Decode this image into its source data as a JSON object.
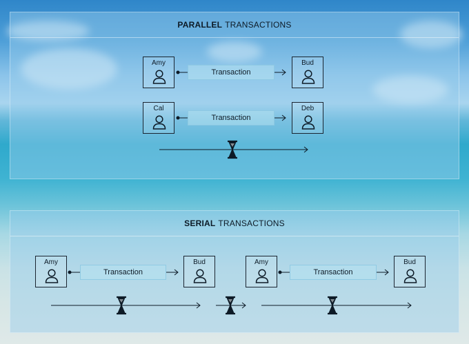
{
  "parallel": {
    "title_bold": "PARALLEL",
    "title_rest": "TRANSACTIONS",
    "rows": [
      {
        "from": "Amy",
        "tx": "Transaction",
        "to": "Bud"
      },
      {
        "from": "Cal",
        "tx": "Transaction",
        "to": "Deb"
      }
    ]
  },
  "serial": {
    "title_bold": "SERIAL",
    "title_rest": "TRANSACTIONS",
    "groups": [
      {
        "from": "Amy",
        "tx": "Transaction",
        "to": "Bud"
      },
      {
        "from": "Amy",
        "tx": "Transaction",
        "to": "Bud"
      }
    ]
  },
  "icons": [
    "person-icon",
    "hourglass-icon",
    "arrow-icon"
  ]
}
